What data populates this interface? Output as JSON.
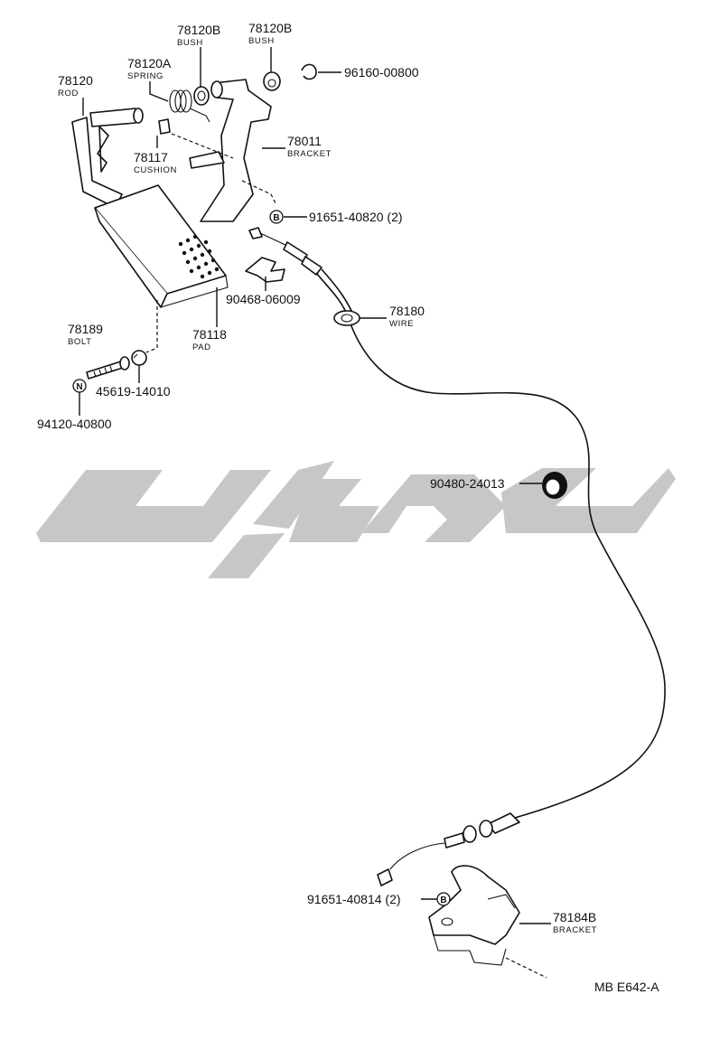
{
  "watermark": {
    "color": "#c7c7c7"
  },
  "labels": {
    "p78120_num": "78120",
    "p78120_name": "ROD",
    "p78120A_num": "78120A",
    "p78120A_name": "SPRING",
    "p78120B1_num": "78120B",
    "p78120B1_name": "BUSH",
    "p78120B2_num": "78120B",
    "p78120B2_name": "BUSH",
    "p96160": "96160-00800",
    "p78011_num": "78011",
    "p78011_name": "BRACKET",
    "p78117_num": "78117",
    "p78117_name": "CUSHION",
    "p91651_40820": "91651-40820 (2)",
    "p90468": "90468-06009",
    "p78180_num": "78180",
    "p78180_name": "WIRE",
    "p78189_num": "78189",
    "p78189_name": "BOLT",
    "p78118_num": "78118",
    "p78118_name": "PAD",
    "p45619": "45619-14010",
    "p94120": "94120-40800",
    "p90480": "90480-24013",
    "p91651_40814": "91651-40814 (2)",
    "p78184B_num": "78184B",
    "p78184B_name": "BRACKET",
    "diagram_code": "MB E642-A"
  },
  "badges": {
    "b1": "B",
    "b2": "B",
    "n1": "N"
  }
}
